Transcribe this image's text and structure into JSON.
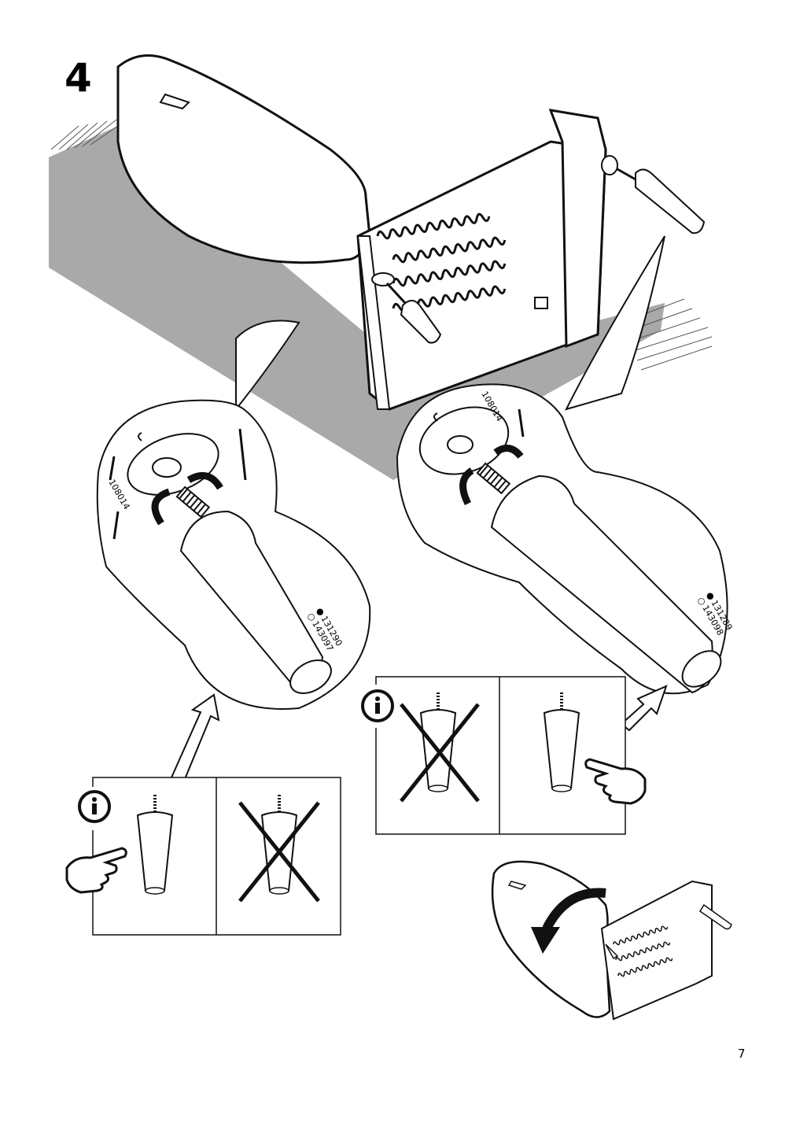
{
  "step": {
    "number": "4"
  },
  "detail_left": {
    "washer_code": "108014",
    "leg_codes": [
      {
        "marker": "●",
        "code": "131290"
      },
      {
        "marker": "○",
        "code": "143097"
      }
    ]
  },
  "detail_right": {
    "washer_code": "108014",
    "leg_codes": [
      {
        "marker": "●",
        "code": "131289"
      },
      {
        "marker": "○",
        "code": "143098"
      }
    ]
  },
  "info_left": {
    "icon": "info-icon",
    "correct_icon": "pointing-hand-icon",
    "wrong_icon": "cross-icon"
  },
  "info_right": {
    "icon": "info-icon",
    "correct_icon": "pointing-hand-icon",
    "wrong_icon": "cross-icon"
  },
  "page_number": "7"
}
